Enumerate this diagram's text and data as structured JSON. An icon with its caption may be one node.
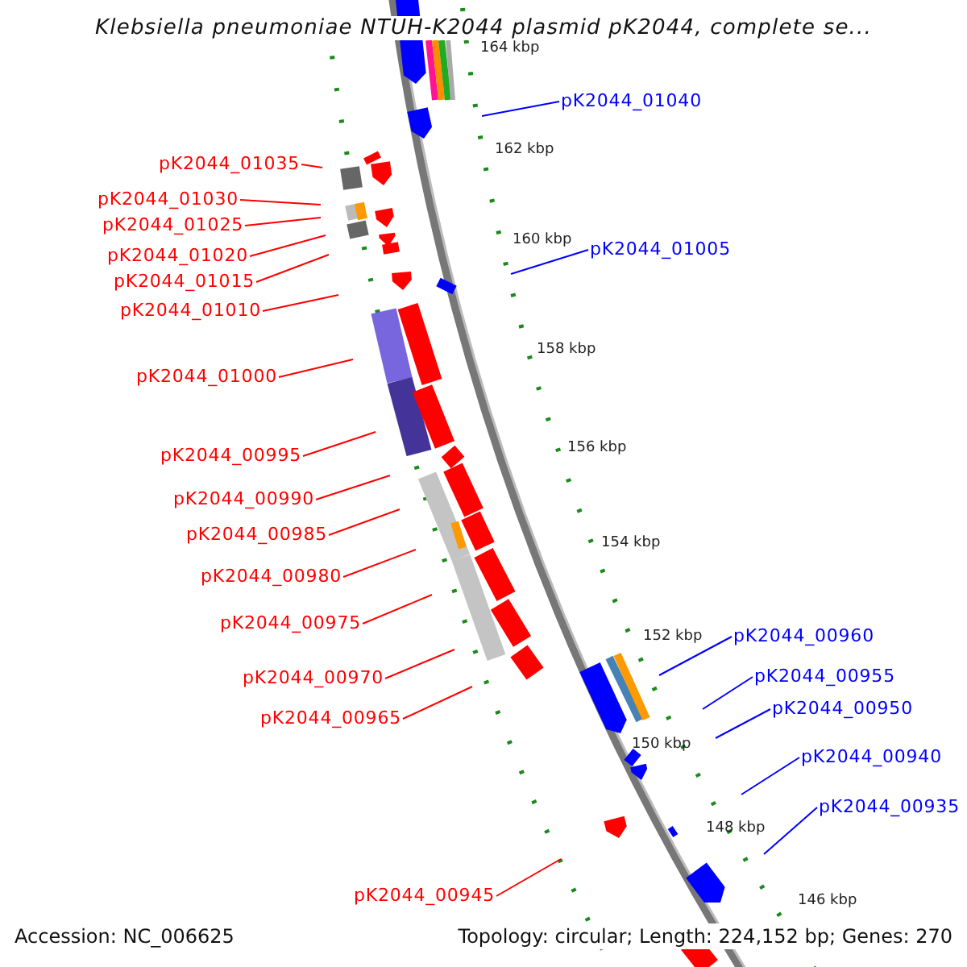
{
  "diagram": {
    "title": "Klebsiella pneumoniae NTUH-K2044 plasmid pK2044, complete se...",
    "nodes": [
      {
        "text": [
          "pK2044_01040"
        ]
      },
      {
        "text": [
          "pK2044_01035"
        ]
      },
      {
        "text": [
          "pK2044_01030"
        ]
      },
      {
        "text": [
          "pK2044_01025"
        ]
      },
      {
        "text": [
          "pK2044_01020"
        ]
      },
      {
        "text": [
          "pK2044_01015"
        ]
      },
      {
        "text": [
          "pK2044_01005"
        ]
      },
      {
        "text": [
          "pK2044_01010"
        ]
      },
      {
        "text": [
          "pK2044_01000"
        ]
      },
      {
        "text": [
          "pK2044_00995"
        ]
      },
      {
        "text": [
          "pK2044_00990"
        ]
      },
      {
        "text": [
          "pK2044_00985"
        ]
      },
      {
        "text": [
          "pK2044_00980"
        ]
      },
      {
        "text": [
          "pK2044_00975"
        ]
      },
      {
        "text": [
          "pK2044_00960"
        ]
      },
      {
        "text": [
          "pK2044_00970"
        ]
      },
      {
        "text": [
          "pK2044_00955"
        ]
      },
      {
        "text": [
          "pK2044_00950"
        ]
      },
      {
        "text": [
          "pK2044_00965"
        ]
      },
      {
        "text": [
          "pK2044_00940"
        ]
      },
      {
        "text": [
          "pK2044_00935"
        ]
      },
      {
        "text": [
          "pK2044_00945"
        ]
      }
    ],
    "edges": [
      {
        "from": 0,
        "to": null,
        "arrow": "none",
        "color": "#0000ff"
      },
      {
        "from": 1,
        "to": null,
        "arrow": "none"
      },
      {
        "from": 2,
        "to": null,
        "arrow": "none"
      },
      {
        "from": 3,
        "to": null,
        "arrow": "none"
      },
      {
        "from": 4,
        "to": null,
        "arrow": "none"
      },
      {
        "from": 5,
        "to": null,
        "arrow": "none"
      },
      {
        "from": 6,
        "to": null,
        "arrow": "none",
        "color": "#0000ff"
      },
      {
        "from": 7,
        "to": null,
        "arrow": "none"
      },
      {
        "from": 8,
        "to": null,
        "arrow": "none"
      },
      {
        "from": 9,
        "to": null,
        "arrow": "none"
      },
      {
        "from": 10,
        "to": null,
        "arrow": "none"
      },
      {
        "from": 11,
        "to": null,
        "arrow": "none"
      },
      {
        "from": 12,
        "to": null,
        "arrow": "none"
      },
      {
        "from": 13,
        "to": null,
        "arrow": "none"
      },
      {
        "from": 14,
        "to": null,
        "arrow": "none",
        "color": "#0000ff"
      },
      {
        "from": 15,
        "to": null,
        "arrow": "none"
      },
      {
        "from": 16,
        "to": null,
        "arrow": "none",
        "color": "#0000ff"
      },
      {
        "from": 17,
        "to": null,
        "arrow": "none",
        "color": "#0000ff"
      },
      {
        "from": 18,
        "to": null,
        "arrow": "none"
      },
      {
        "from": 19,
        "to": null,
        "arrow": "none",
        "color": "#0000ff"
      },
      {
        "from": 20,
        "to": null,
        "arrow": "none",
        "color": "#0000ff"
      },
      {
        "from": 21,
        "to": null,
        "arrow": "none"
      }
    ],
    "labels": [
      "164 kbp",
      "162 kbp",
      "160 kbp",
      "158 kbp",
      "156 kbp",
      "154 kbp",
      "152 kbp",
      "150 kbp",
      "148 kbp",
      "146 kbp",
      "Accession: NC_006625",
      "Topology: circular; Length: 224,152 bp; Genes: 270"
    ]
  }
}
